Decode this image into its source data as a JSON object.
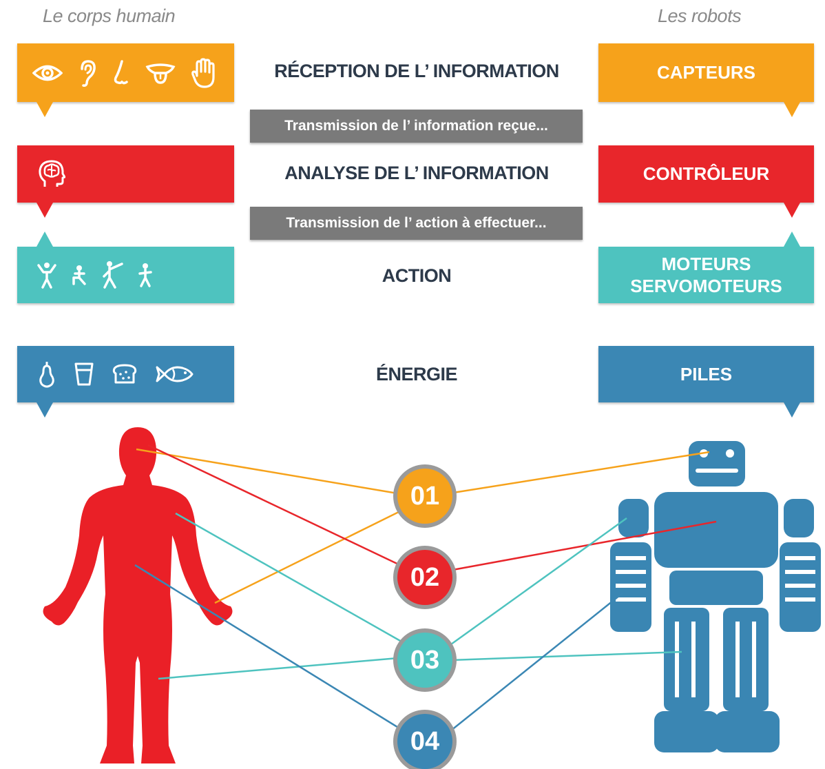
{
  "headers": {
    "human": "Le corps humain",
    "robot": "Les robots"
  },
  "rows": [
    {
      "title": "RÉCEPTION DE L’ INFORMATION",
      "robot_label": "CAPTEURS",
      "color": "#f6a21b",
      "human_icons": [
        "eye-icon",
        "ear-icon",
        "nose-icon",
        "tongue-icon",
        "hand-icon"
      ]
    },
    {
      "title": "ANALYSE DE L’ INFORMATION",
      "robot_label": "CONTRÔLEUR",
      "color": "#e8262b",
      "human_icons": [
        "brain-head-icon"
      ]
    },
    {
      "title": "ACTION",
      "robot_label_lines": [
        "MOTEURS",
        "SERVOMOTEURS"
      ],
      "color": "#4ec3bf",
      "human_icons": [
        "dancing-person-icon",
        "kneeling-person-icon",
        "pointing-person-icon",
        "walking-person-icon"
      ]
    },
    {
      "title": "ÉNERGIE",
      "robot_label": "PILES",
      "color": "#3b87b4",
      "human_icons": [
        "pear-icon",
        "glass-icon",
        "bread-icon",
        "fish-icon"
      ]
    }
  ],
  "transmissions": [
    "Transmission de l’ information reçue...",
    "Transmission de l’ action à effectuer..."
  ],
  "badges": [
    {
      "label": "01",
      "color": "#f6a21b"
    },
    {
      "label": "02",
      "color": "#e8262b"
    },
    {
      "label": "03",
      "color": "#4ec3bf"
    },
    {
      "label": "04",
      "color": "#3b87b4"
    }
  ],
  "figure_colors": {
    "human": "#ea2027",
    "robot": "#3a86b3"
  }
}
